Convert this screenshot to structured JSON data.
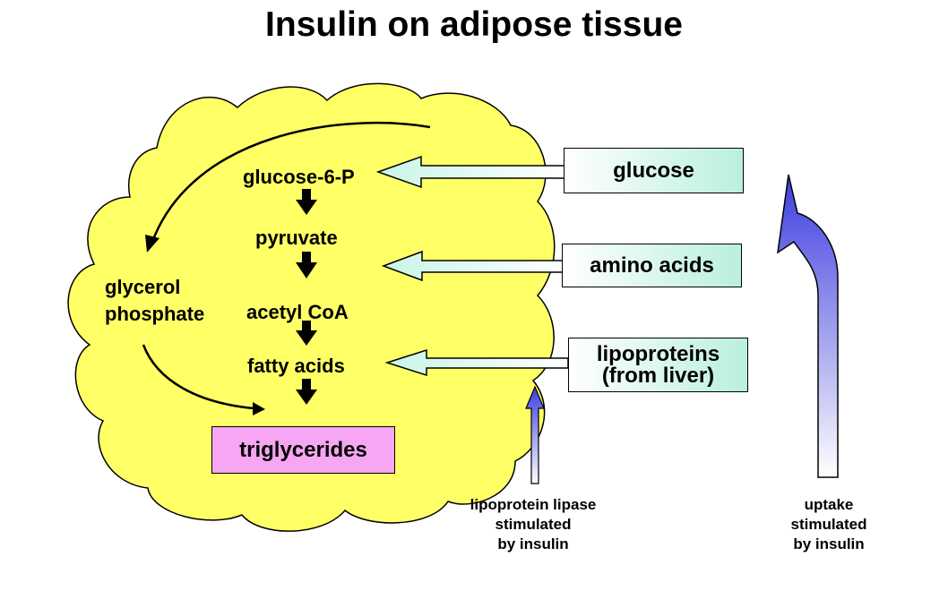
{
  "title": "Insulin on adipose tissue",
  "cell": {
    "pathway": [
      "glucose-6-P",
      "pyruvate",
      "acetyl CoA",
      "fatty acids",
      "triglycerides"
    ],
    "glycerol_phosphate": [
      "glycerol",
      "phosphate"
    ]
  },
  "inputs": {
    "glucose": "glucose",
    "amino_acids": "amino acids",
    "lipoproteins": [
      "lipoproteins",
      "(from liver)"
    ]
  },
  "captions": {
    "lpl": [
      "lipoprotein lipase",
      "stimulated",
      "by insulin"
    ],
    "uptake": [
      "uptake",
      "stimulated",
      "by insulin"
    ]
  },
  "colors": {
    "cell_fill": "#ffff66",
    "input_box_fill": "#b9f0dc",
    "triglyceride_box_fill": "#f6a6f2",
    "insulin_arrow": "#4a4ae6"
  }
}
